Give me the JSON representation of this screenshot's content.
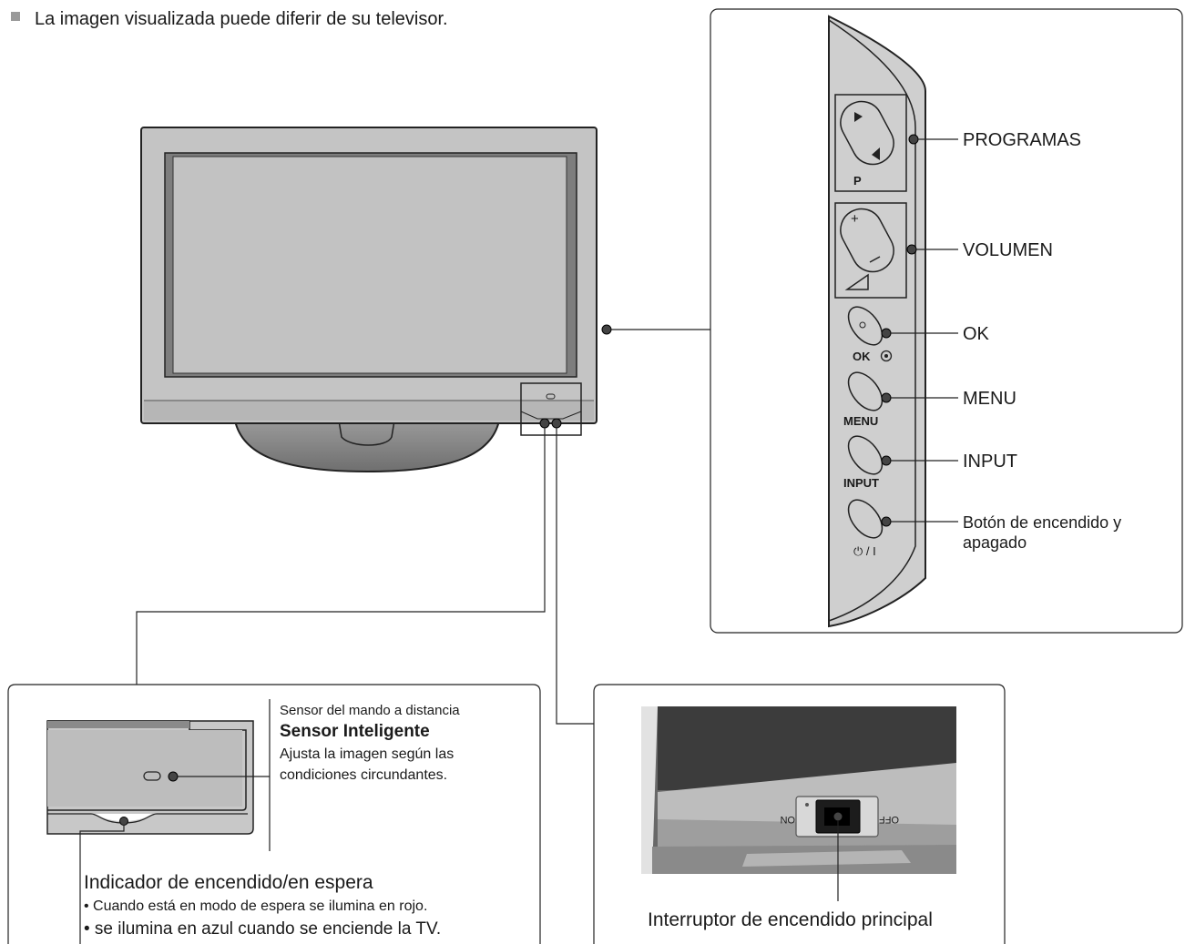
{
  "note": "La imagen visualizada puede diferir de su televisor.",
  "side_panel": {
    "button_marks": {
      "program": "P",
      "ok": "OK",
      "menu": "MENU",
      "input": "INPUT",
      "power": "⏻ / I"
    },
    "callouts": {
      "programas": "PROGRAMAS",
      "volumen": "VOLUMEN",
      "ok": "OK",
      "menu": "MENU",
      "input": "INPUT",
      "power_line1": "Botón de encendido y",
      "power_line2": "apagado"
    }
  },
  "sensor_box": {
    "remote_sensor": "Sensor del mando a distancia",
    "smart_sensor": "Sensor Inteligente",
    "smart_desc_line1": "Ajusta la imagen según las",
    "smart_desc_line2": "condiciones circundantes.",
    "indicator_title": "Indicador de encendido/en espera",
    "indicator_b1": "• Cuando está en modo de espera se ilumina en rojo.",
    "indicator_b2": "• se ilumina en azul cuando se enciende la TV."
  },
  "switch_box": {
    "off_mark": "OFF",
    "on_mark": "ON",
    "caption": "Interruptor de encendido principal"
  }
}
